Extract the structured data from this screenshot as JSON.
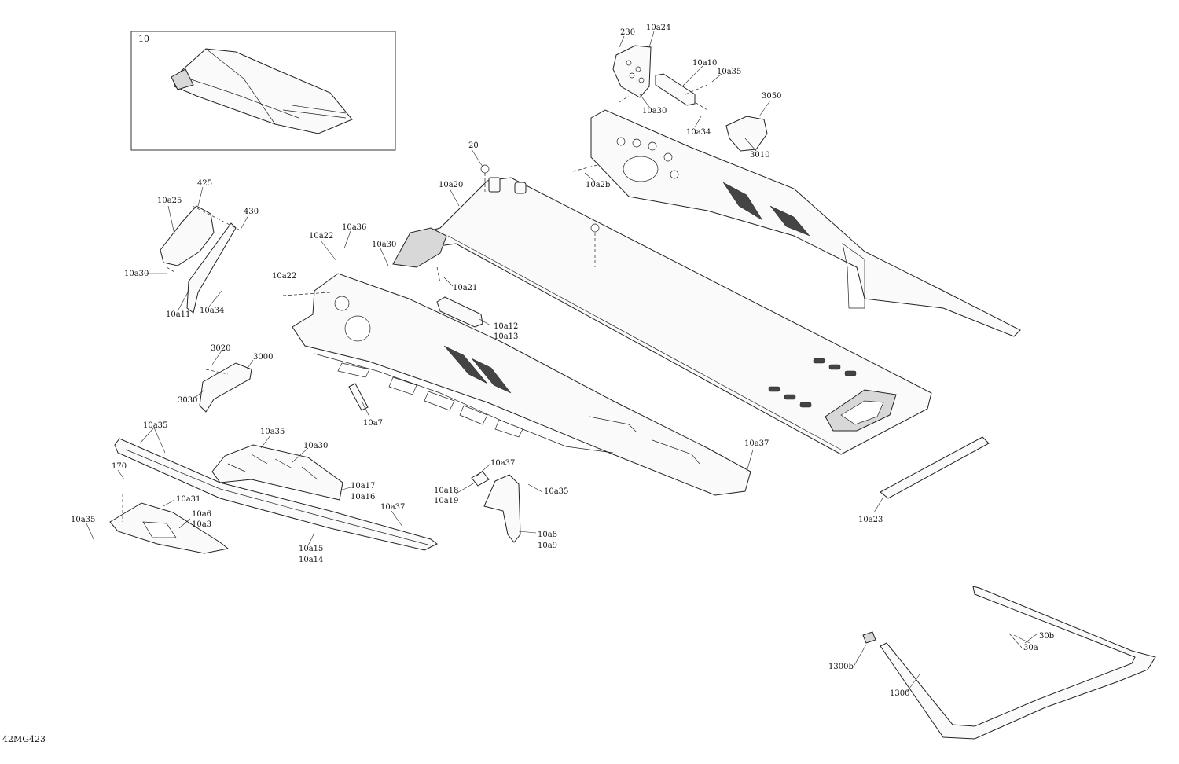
{
  "figure_id": "42MG423",
  "inset": {
    "label": "10"
  },
  "callouts": [
    "230",
    "10a24",
    "10a10",
    "10a35",
    "10a30",
    "10a34",
    "3050",
    "3010",
    "20",
    "10a20",
    "10a2b",
    "425",
    "10a25",
    "430",
    "10a30",
    "10a11",
    "10a34",
    "10a22",
    "10a36",
    "10a30",
    "10a22",
    "10a21",
    "10a12",
    "10a13",
    "3020",
    "3000",
    "3030",
    "10a7",
    "10a35",
    "10a35",
    "10a30",
    "170",
    "10a17",
    "10a16",
    "10a31",
    "10a6",
    "10a3",
    "10a35",
    "10a37",
    "10a15",
    "10a14",
    "10a37",
    "10a18",
    "10a19",
    "10a35",
    "10a8",
    "10a9",
    "10a37",
    "10a23",
    "30b",
    "30a",
    "1300b",
    "1300"
  ]
}
